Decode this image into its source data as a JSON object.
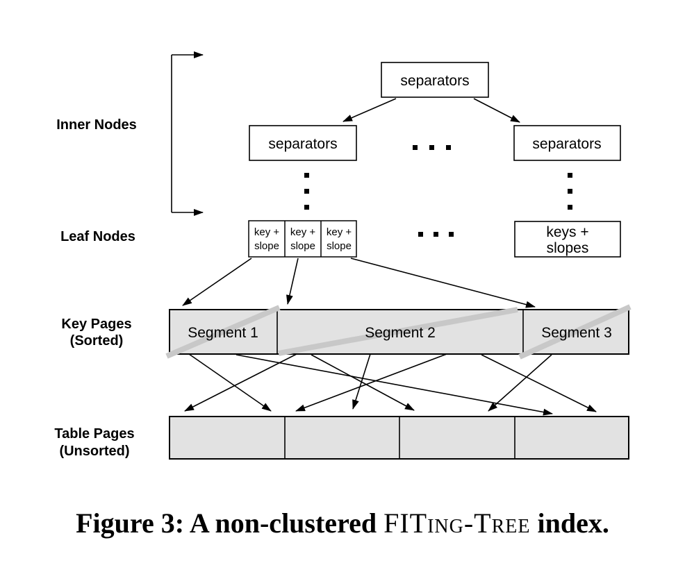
{
  "labels": {
    "inner_nodes": "Inner Nodes",
    "leaf_nodes": "Leaf Nodes",
    "key_pages_line1": "Key Pages",
    "key_pages_line2": "(Sorted)",
    "table_pages_line1": "Table Pages",
    "table_pages_line2": "(Unsorted)"
  },
  "nodes": {
    "root": "separators",
    "inner_left": "separators",
    "inner_right": "separators",
    "leaf_cell_line1": "key +",
    "leaf_cell_line2": "slope",
    "leaf_right_line1": "keys +",
    "leaf_right_line2": "slopes"
  },
  "segments": [
    "Segment 1",
    "Segment 2",
    "Segment 3"
  ],
  "caption": {
    "prefix": "Figure 3: A non-clustered",
    "tree_name": "FITing-Tree",
    "suffix": "index."
  },
  "icons": {
    "ellipsis_dot": "▪"
  },
  "colors": {
    "page_fill": "#e2e2e2",
    "slope_line": "#c8c8c8",
    "ink": "#000000"
  }
}
